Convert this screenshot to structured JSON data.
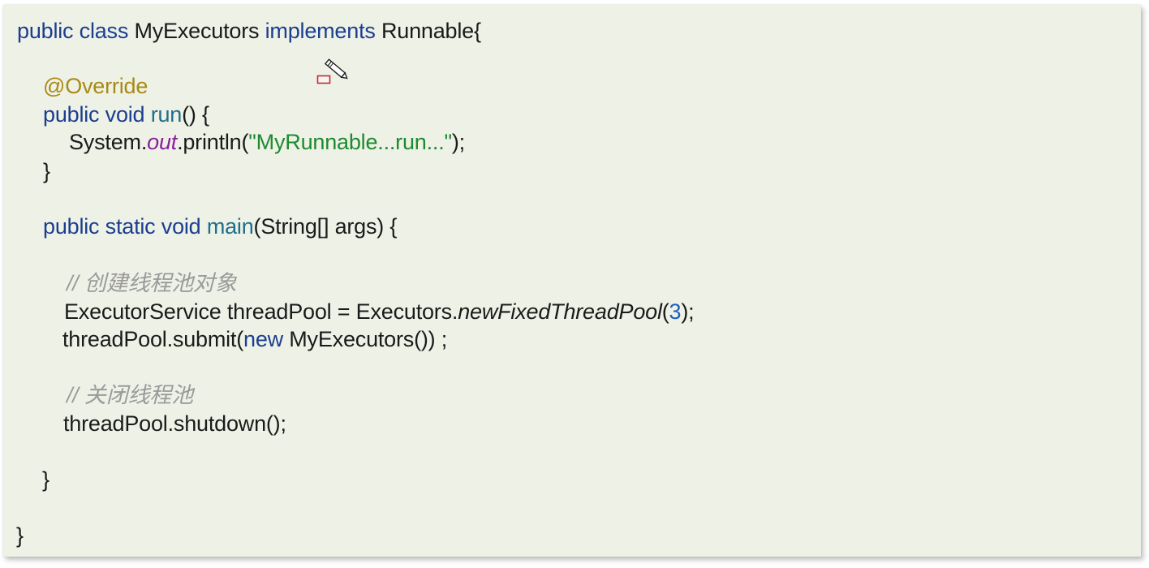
{
  "code": {
    "l1": {
      "kw1": "public class ",
      "name": "MyExecutors ",
      "kw2": "implements ",
      "iface": "Runnable{"
    },
    "l2": {
      "annotation": "@Override"
    },
    "l3": {
      "kw": "public void ",
      "fn": "run",
      "rest": "() {"
    },
    "l4": {
      "pre": "System.",
      "field": "out",
      "mid": ".println(",
      "str": "\"MyRunnable...run...\"",
      "post": ");"
    },
    "l5": {
      "text": "}"
    },
    "l6": {
      "kw": "public static void ",
      "fn": "main",
      "rest": "(String[] args) {"
    },
    "l7": {
      "comment": "// 创建线程池对象"
    },
    "l8": {
      "pre": "ExecutorService threadPool = Executors.",
      "method": "newFixedThreadPool",
      "open": "(",
      "num": "3",
      "close": ");"
    },
    "l9": {
      "pre": "threadPool.submit(",
      "kw": "new ",
      "post": "MyExecutors()) ;"
    },
    "l10": {
      "comment": "// 关闭线程池"
    },
    "l11": {
      "text": "threadPool.shutdown();"
    },
    "l12": {
      "text": "}"
    },
    "l13": {
      "text": "}"
    }
  },
  "icons": {
    "cursor": "pencil-cursor-icon"
  },
  "colors": {
    "background": "#eef1e6",
    "keyword": "#1b3e8f",
    "method_name": "#1f6e8a",
    "annotation": "#a88a14",
    "string": "#1e8a2e",
    "number": "#1f5fc0",
    "field": "#8b1f9e",
    "comment": "#9a9a9a"
  }
}
